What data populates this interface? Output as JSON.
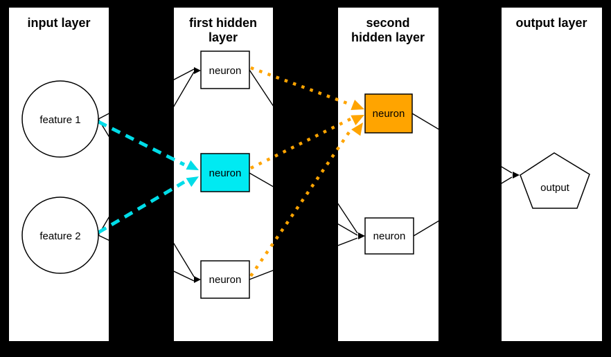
{
  "colors": {
    "background": "#000000",
    "panel": "#ffffff",
    "edge": "#000000",
    "cyan_fill": "#00eaf2",
    "cyan_arrow": "#00dde8",
    "orange_fill": "#ffa400",
    "orange_arrow": "#ffa400"
  },
  "layers": {
    "input": {
      "title": "input layer"
    },
    "hidden1": {
      "title_line1": "first hidden",
      "title_line2": "layer"
    },
    "hidden2": {
      "title_line1": "second",
      "title_line2": "hidden layer"
    },
    "output": {
      "title": "output layer"
    }
  },
  "nodes": {
    "feature1": {
      "label": "feature 1"
    },
    "feature2": {
      "label": "feature 2"
    },
    "h1_top": {
      "label": "neuron"
    },
    "h1_middle": {
      "label": "neuron"
    },
    "h1_bottom": {
      "label": "neuron"
    },
    "h2_top": {
      "label": "neuron"
    },
    "h2_bottom": {
      "label": "neuron"
    },
    "output": {
      "label": "output"
    }
  }
}
